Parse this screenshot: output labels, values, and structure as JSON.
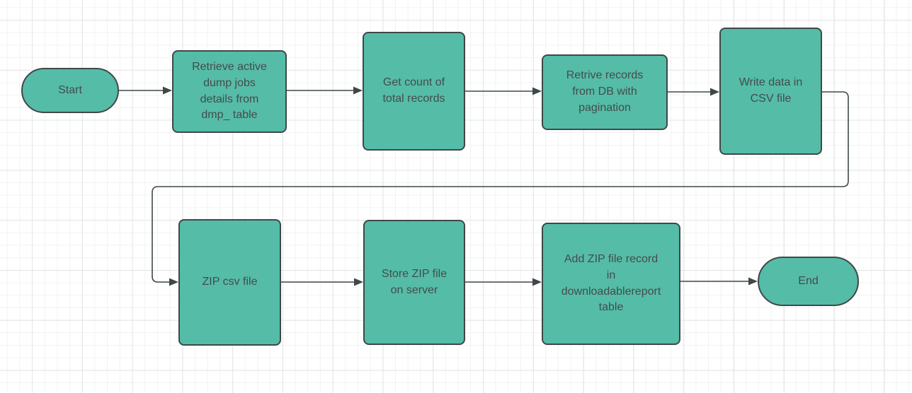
{
  "diagram": {
    "type": "flowchart",
    "nodes": [
      {
        "id": "start",
        "shape": "terminator",
        "label": "Start"
      },
      {
        "id": "retrieve-jobs",
        "shape": "process",
        "label": "Retrieve active\ndump jobs\ndetails from\ndmp_ table"
      },
      {
        "id": "get-count",
        "shape": "process",
        "label": "Get count of\ntotal records"
      },
      {
        "id": "retrieve-records",
        "shape": "process",
        "label": "Retrive records\nfrom DB with\npagination"
      },
      {
        "id": "write-csv",
        "shape": "process",
        "label": "Write data in\nCSV file"
      },
      {
        "id": "zip-csv",
        "shape": "process",
        "label": "ZIP csv file"
      },
      {
        "id": "store-zip",
        "shape": "process",
        "label": "Store ZIP file\non server"
      },
      {
        "id": "add-record",
        "shape": "process",
        "label": "Add ZIP file record\nin\ndownloadablereport\ntable"
      },
      {
        "id": "end",
        "shape": "terminator",
        "label": "End"
      }
    ],
    "edges": [
      {
        "from": "start",
        "to": "retrieve-jobs"
      },
      {
        "from": "retrieve-jobs",
        "to": "get-count"
      },
      {
        "from": "get-count",
        "to": "retrieve-records"
      },
      {
        "from": "retrieve-records",
        "to": "write-csv"
      },
      {
        "from": "write-csv",
        "to": "zip-csv"
      },
      {
        "from": "zip-csv",
        "to": "store-zip"
      },
      {
        "from": "store-zip",
        "to": "add-record"
      },
      {
        "from": "add-record",
        "to": "end"
      }
    ]
  },
  "theme": {
    "canvas_bg": "#ffffff",
    "grid_minor": "#f1f2f3",
    "grid_major": "#e4e5e6",
    "node_fill": "#55bca7",
    "node_border": "#3f4848",
    "text_color": "#434c4e",
    "arrow_color": "#3f4848"
  }
}
